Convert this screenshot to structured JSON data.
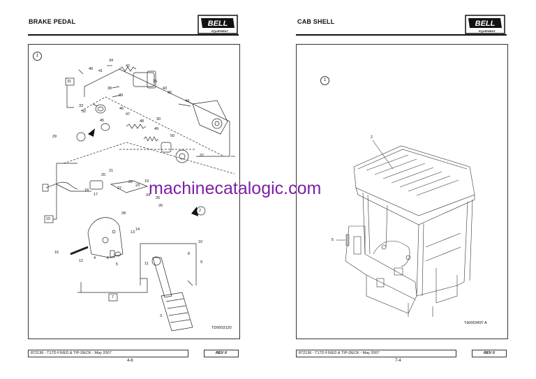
{
  "left_page": {
    "title": "BRAKE PEDAL",
    "logo_text": "BELL",
    "logo_sub": "EQUIPMENT",
    "diagram": {
      "view_number": "1",
      "ref_circle": "2",
      "ref_flag": "29",
      "group_boxes": [
        "31",
        "15",
        "7"
      ],
      "callouts": [
        "40",
        "34",
        "41",
        "42",
        "38",
        "35",
        "43",
        "39",
        "36",
        "33",
        "32",
        "46",
        "44",
        "47",
        "30",
        "45",
        "48",
        "49",
        "50",
        "37",
        "21",
        "20",
        "22",
        "23",
        "18",
        "17",
        "27",
        "19",
        "24",
        "25",
        "26",
        "28",
        "13",
        "14",
        "16",
        "12",
        "4",
        "6",
        "5",
        "8",
        "9",
        "10",
        "11",
        "3"
      ],
      "drawing_number": "TD0003120"
    },
    "footer": {
      "doc": "872136 - T17D FIXED & TIP-DECK - May 2007",
      "rev": "REV 0",
      "page_number": "4-6"
    }
  },
  "right_page": {
    "title": "CAB SHELL",
    "logo_text": "BELL",
    "logo_sub": "EQUIPMENT",
    "diagram": {
      "view_number": "1",
      "callouts": [
        "2",
        "5"
      ],
      "drawing_number": "Td0003497 A"
    },
    "footer": {
      "doc": "872136 - T17D FIXED & TIP-DECK - May 2007",
      "rev": "REV 0",
      "page_number": "7-4"
    }
  },
  "watermark": "machinecatalogic.com",
  "colors": {
    "watermark": "#7d1fa5",
    "ink": "#111111"
  }
}
